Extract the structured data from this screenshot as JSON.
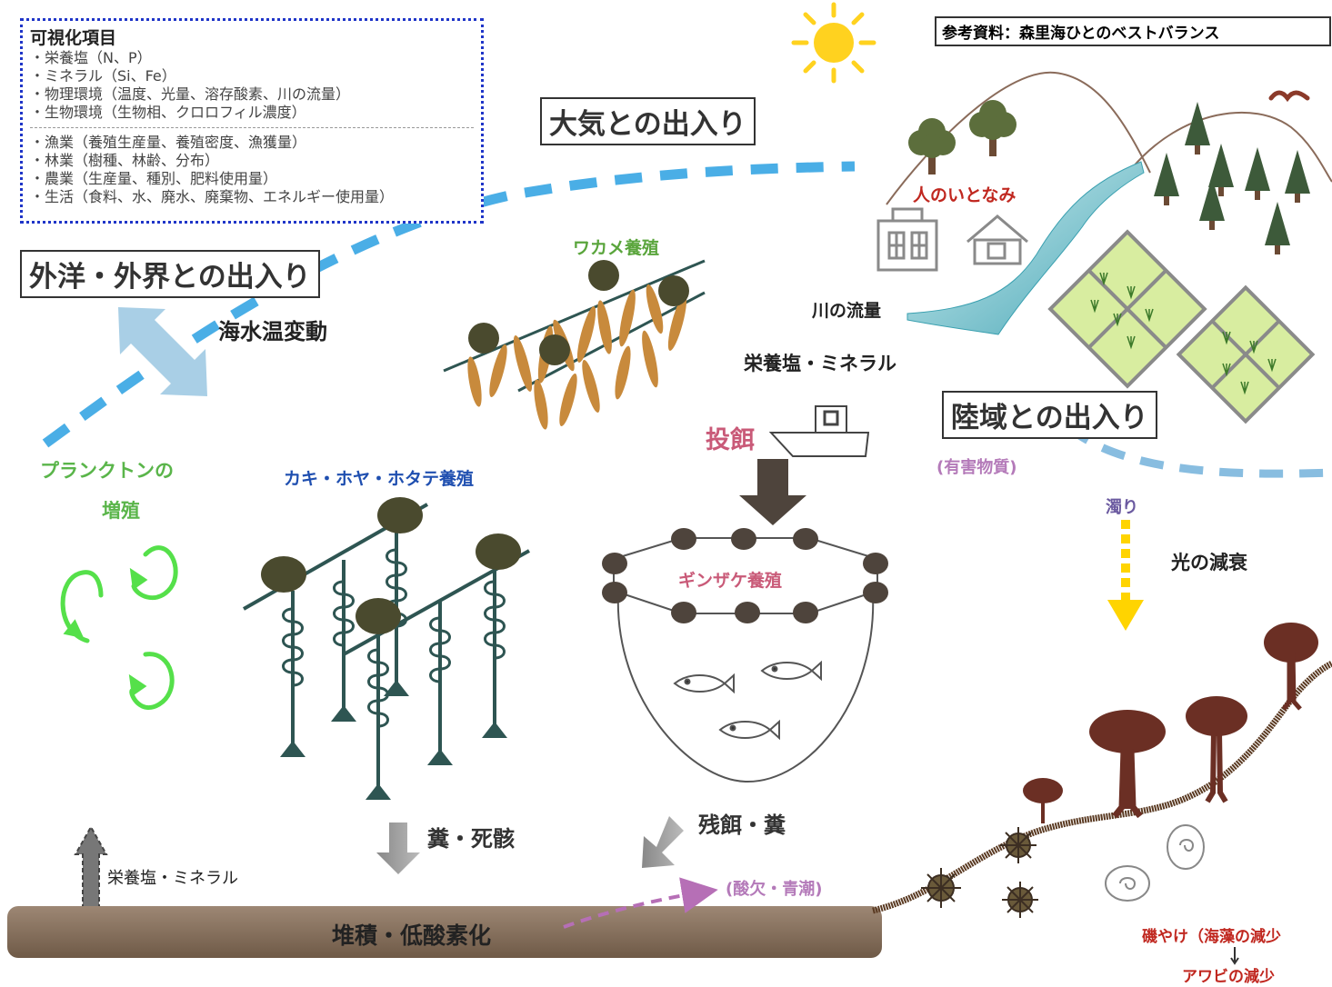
{
  "legend": {
    "title": "可視化項目",
    "group1": [
      "・栄養塩（N、P）",
      "・ミネラル（Si、Fe）",
      "・物理環境（温度、光量、溶存酸素、川の流量）",
      "・生物環境（生物相、クロロフィル濃度）"
    ],
    "group2": [
      "・漁業（養殖生産量、養殖密度、漁獲量）",
      "・林業（樹種、林齢、分布）",
      "・農業（生産量、種別、肥料使用量）",
      "・生活（食料、水、廃水、廃棄物、エネルギー使用量）"
    ]
  },
  "reference": "参考資料：森里海ひとのベストバランス",
  "boxes": {
    "atmosphere": "大気との出入り",
    "ocean": "外洋・外界との出入り",
    "land": "陸域との出入り"
  },
  "labels": {
    "sea_temp": "海水温変動",
    "wakame": "ワカメ養殖",
    "human": "人のいとなみ",
    "river_flow": "川の流量",
    "nutrients_minerals": "栄養塩・ミネラル",
    "feeding": "投餌",
    "harmful": "(有害物質)",
    "turbidity": "濁り",
    "light_decay": "光の減衰",
    "plankton_1": "プランクトンの",
    "plankton_2": "増殖",
    "oyster": "カキ・ホヤ・ホタテ養殖",
    "coho": "ギンザケ養殖",
    "feces_death": "糞・死骸",
    "leftover": "残餌・糞",
    "nutrients_up": "栄養塩・ミネラル",
    "anoxia": "(酸欠・青潮)",
    "sediment": "堆積・低酸素化",
    "barren": "磯やけ（海藻の減少",
    "abalone": "アワビの減少"
  },
  "colors": {
    "dashed_boundary": "#4aaee6",
    "land_boundary": "#88bde0",
    "wakame_color": "#c88a3c",
    "farm_line": "#2e5552",
    "buoy": "#4a4a2e",
    "plankton": "#55e04a",
    "feeding_text": "#c95a78",
    "oyster_text": "#1f4fb0",
    "wakame_text": "#5aa53c",
    "human_text": "#c0271f",
    "harmful_text": "#b47ab9",
    "turbidity_arrow": "#ffd400",
    "sediment": "#8b7662"
  }
}
